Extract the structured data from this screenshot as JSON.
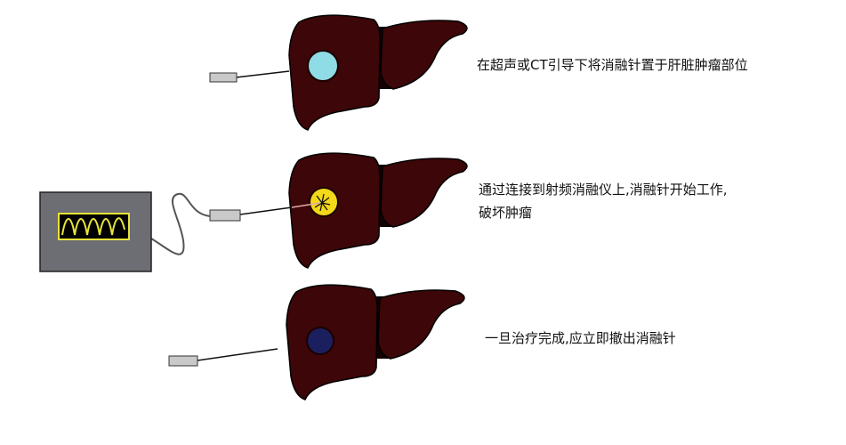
{
  "steps": [
    {
      "caption": "在超声或CT引导下将消融针置于肝脏肿瘤部位",
      "tumor_color": "#8fdbe6"
    },
    {
      "caption_line1": "通过连接到射频消融仪上,消融针开始工作,",
      "caption_line2": "破坏肿瘤",
      "tumor_color": "#f3d81a"
    },
    {
      "caption": "一旦治疗完成,应立即撤出消融针",
      "tumor_color": "#1c1f5e"
    }
  ],
  "colors": {
    "liver": "#3d0608",
    "liver_shadow": "#140203",
    "machine": "#6d6d74",
    "wave": "#e8e43a"
  }
}
